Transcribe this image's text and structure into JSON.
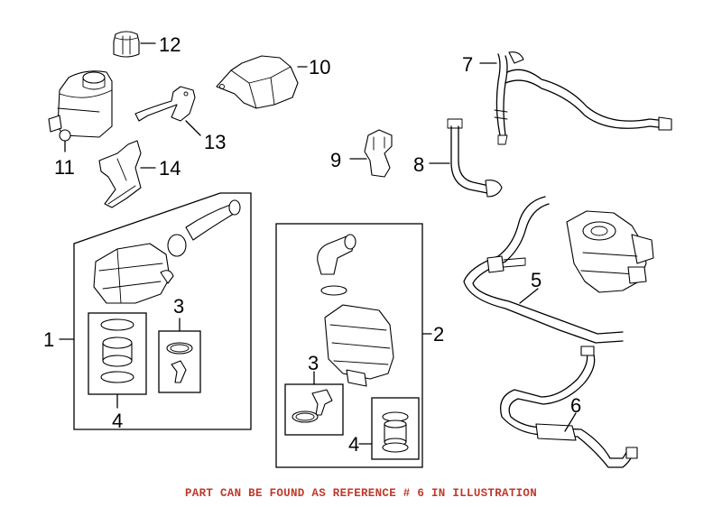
{
  "callouts": {
    "c1": "1",
    "c2": "2",
    "c3a": "3",
    "c3b": "3",
    "c4a": "4",
    "c4b": "4",
    "c5": "5",
    "c6": "6",
    "c7": "7",
    "c8": "8",
    "c9": "9",
    "c10": "10",
    "c11": "11",
    "c12": "12",
    "c13": "13",
    "c14": "14"
  },
  "footer_note": "PART CAN BE FOUND AS REFERENCE # 6 IN ILLUSTRATION",
  "colors": {
    "note": "#c0392b",
    "line": "#000000",
    "background": "#ffffff"
  }
}
